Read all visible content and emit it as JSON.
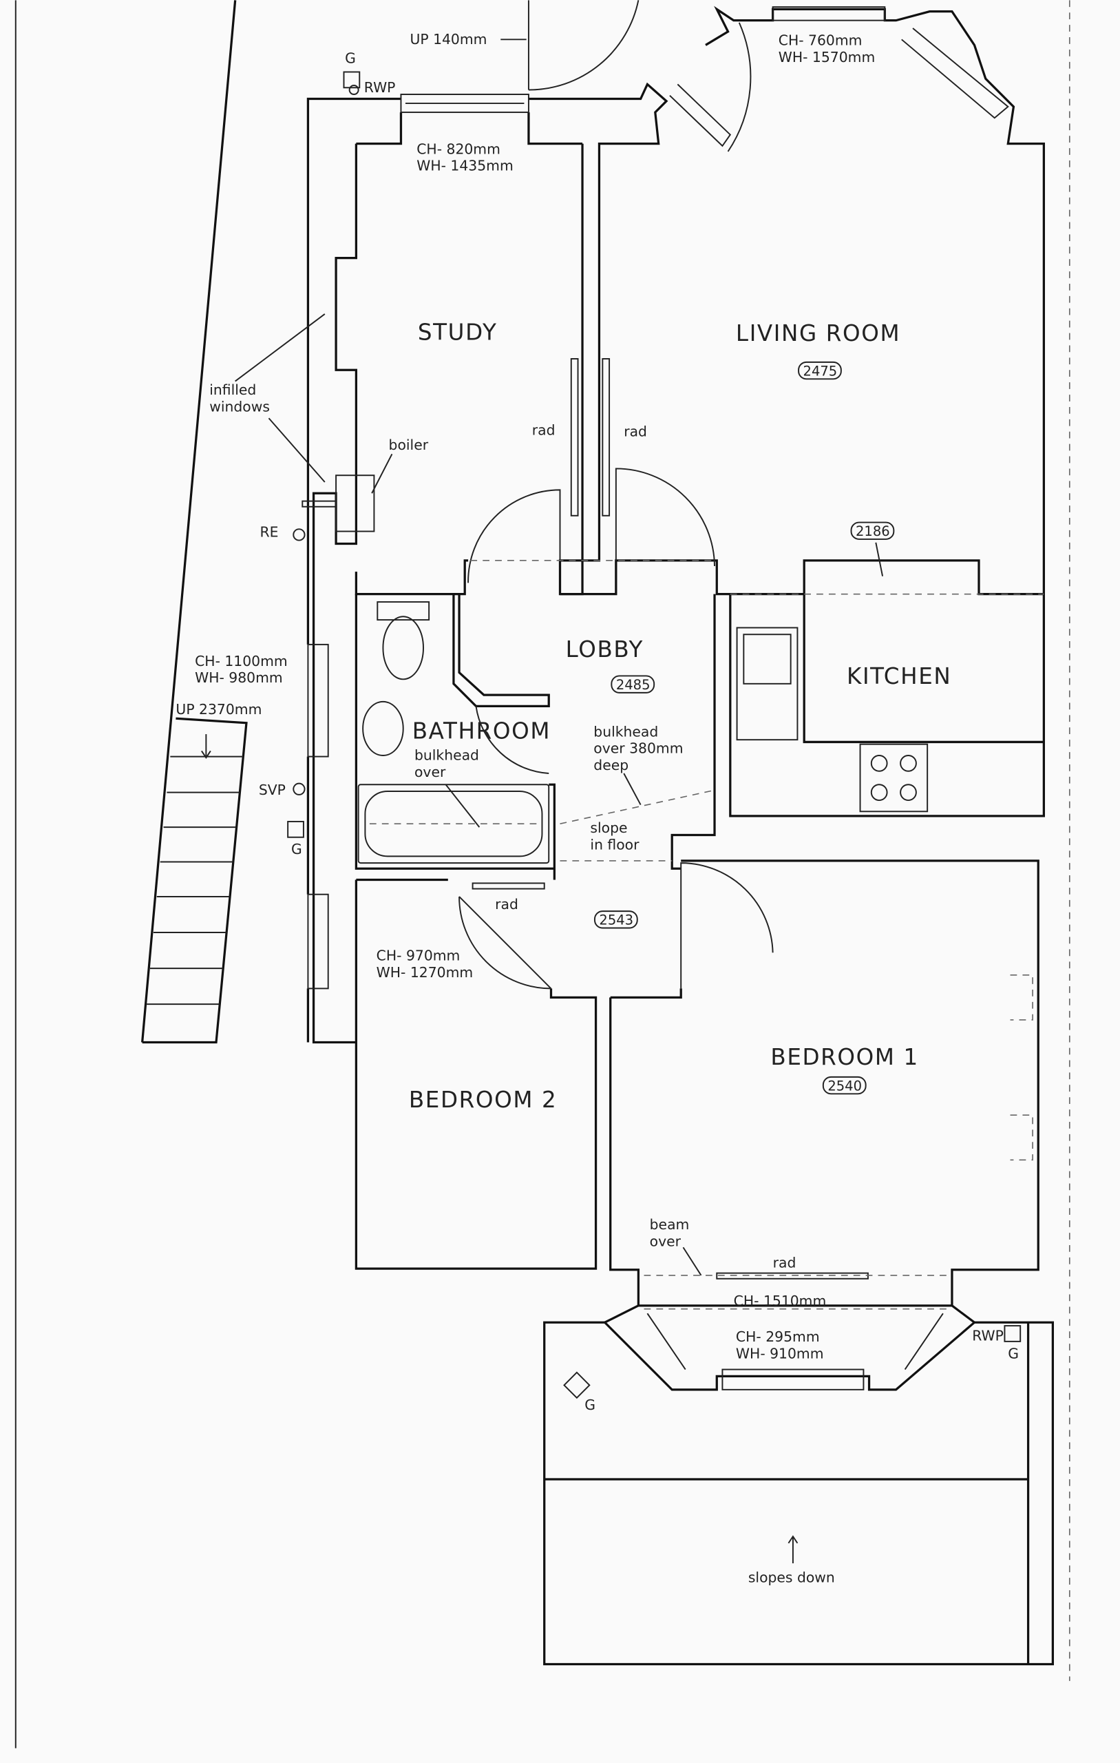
{
  "rooms": {
    "study": "STUDY",
    "living_room": "LIVING ROOM",
    "lobby": "LOBBY",
    "kitchen": "KITCHEN",
    "bathroom": "BATHROOM",
    "bedroom1": "BEDROOM 1",
    "bedroom2": "BEDROOM 2"
  },
  "heights": {
    "living": "2475",
    "kitchen": "2186",
    "lobby": "2485",
    "landing": "2543",
    "bedroom1": "2540"
  },
  "notes": {
    "up140": "UP 140mm",
    "up2370": "UP 2370mm",
    "study_ch": "CH- 820mm",
    "study_wh": "WH- 1435mm",
    "living_ch": "CH- 760mm",
    "living_wh": "WH- 1570mm",
    "bath_ch": "CH- 1100mm",
    "bath_wh": "WH- 980mm",
    "bed2_ch": "CH- 970mm",
    "bed2_wh": "WH- 1270mm",
    "bay_ch1": "CH- 1510mm",
    "bay_ch2": "CH- 295mm",
    "bay_wh": "WH- 910mm",
    "infilled_1": "infilled",
    "infilled_2": "windows",
    "boiler": "boiler",
    "rad": "rad",
    "bulkhead1_1": "bulkhead",
    "bulkhead1_2": "over",
    "bulkhead2_1": "bulkhead",
    "bulkhead2_2": "over 380mm",
    "bulkhead2_3": "deep",
    "slope_1": "slope",
    "slope_2": "in floor",
    "beam_1": "beam",
    "beam_2": "over",
    "slopes_down": "slopes down",
    "re": "RE",
    "svp": "SVP",
    "rwp": "RWP",
    "g": "G"
  }
}
